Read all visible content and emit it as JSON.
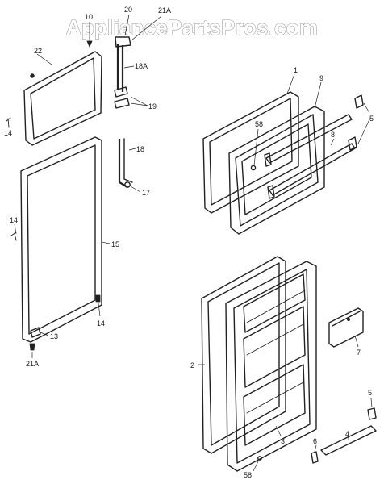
{
  "watermark": "AppliancePartsPros.com",
  "part_labels": {
    "p10": "10",
    "p20": "20",
    "p21a_top": "21A",
    "p22": "22",
    "p18a": "18A",
    "p19": "19",
    "p14_top": "14",
    "p18": "18",
    "p17": "17",
    "p14_mid": "14",
    "p15": "15",
    "p14_low": "14",
    "p13": "13",
    "p21a_bot": "21A",
    "p1": "1",
    "p9": "9",
    "p5_top": "5",
    "p58_top": "58",
    "p8": "8",
    "p7": "7",
    "p2": "2",
    "p5_bot": "5",
    "p6": "6",
    "p4": "4",
    "p3": "3",
    "p58_bot": "58"
  }
}
